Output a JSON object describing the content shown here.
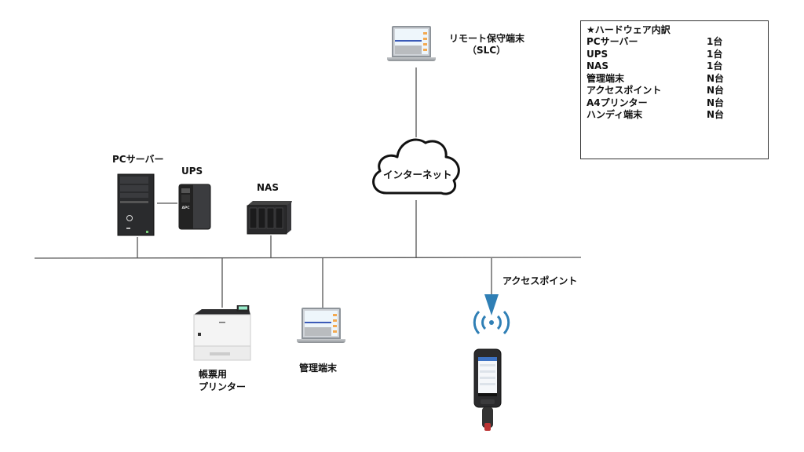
{
  "diagram": {
    "type": "network-diagram",
    "nodes": {
      "remote_terminal": {
        "label_line1": "リモート保守端末",
        "label_line2": "（SLC）"
      },
      "internet": {
        "label": "インターネット"
      },
      "pc_server": {
        "label": "PCサーバー"
      },
      "ups": {
        "label": "UPS",
        "brand_mark": "APC"
      },
      "nas": {
        "label": "NAS"
      },
      "printer": {
        "label_line1": "帳票用",
        "label_line2": "プリンター"
      },
      "admin_terminal": {
        "label": "管理端末"
      },
      "access_point": {
        "label": "アクセスポイント"
      },
      "handy_terminal": {
        "label": ""
      }
    },
    "connections": [
      [
        "remote_terminal",
        "internet"
      ],
      [
        "internet",
        "lan"
      ],
      [
        "pc_server",
        "ups"
      ],
      [
        "pc_server",
        "lan"
      ],
      [
        "nas",
        "lan"
      ],
      [
        "printer",
        "lan"
      ],
      [
        "admin_terminal",
        "lan"
      ],
      [
        "access_point",
        "lan"
      ],
      [
        "access_point",
        "handy_terminal"
      ]
    ]
  },
  "hardware_list": {
    "title": "★ハードウェア内訳",
    "items": [
      {
        "name": "PCサーバー",
        "count": "1台"
      },
      {
        "name": "UPS",
        "count": "1台"
      },
      {
        "name": "NAS",
        "count": "1台"
      },
      {
        "name": "管理端末",
        "count": "N台"
      },
      {
        "name": "アクセスポイント",
        "count": "N台"
      },
      {
        "name": "A4プリンター",
        "count": "N台"
      },
      {
        "name": "ハンディ端末",
        "count": "N台"
      }
    ]
  },
  "colors": {
    "line": "#555555",
    "access_point": "#2f7fb5",
    "text": "#111111"
  }
}
